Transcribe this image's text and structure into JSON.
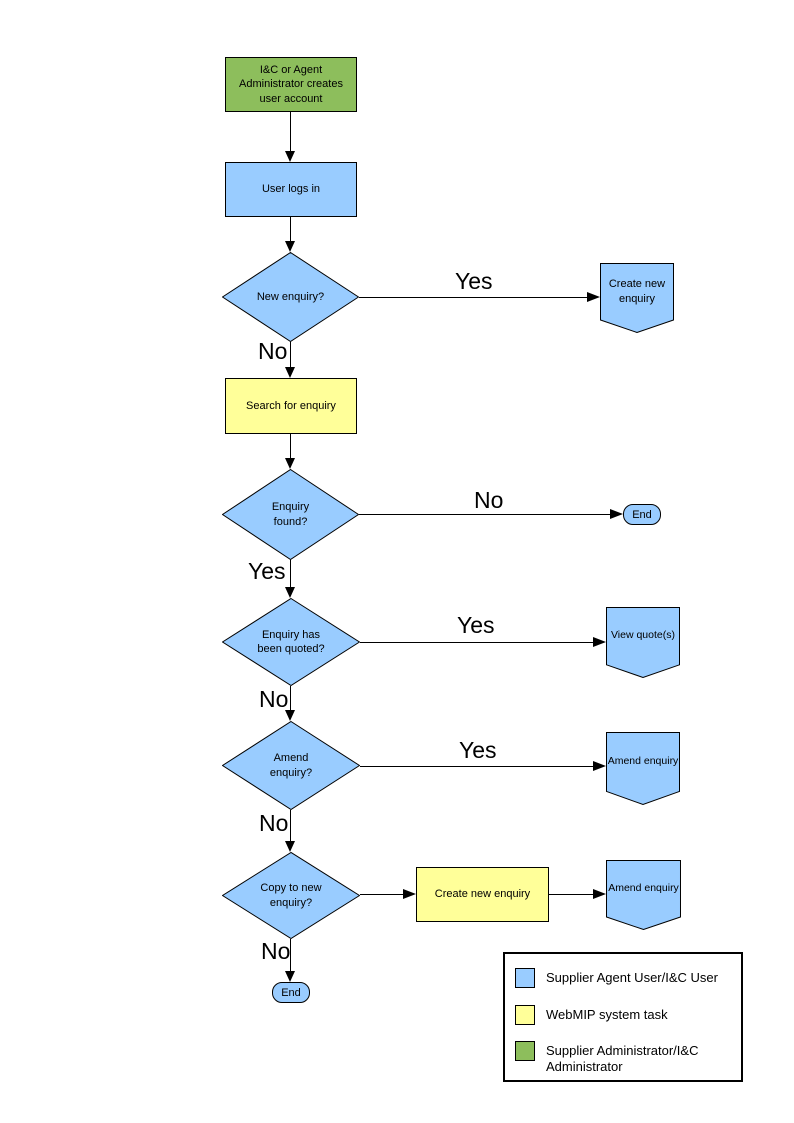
{
  "colors": {
    "blue": "#99CCFF",
    "yellow": "#FFFF99",
    "green": "#8DBE5C"
  },
  "nodes": {
    "create_account": "I&C or Agent Administrator creates user account",
    "user_login": "User logs in",
    "new_enquiry_q": "New enquiry?",
    "create_new_enquiry": "Create new enquiry",
    "search_enquiry": "Search for enquiry",
    "enquiry_found_q": "Enquiry found?",
    "end_right": "End",
    "enquiry_quoted_q": "Enquiry has been quoted?",
    "view_quotes": "View quote(s)",
    "amend_enquiry_q": "Amend enquiry?",
    "amend_enquiry": "Amend enquiry",
    "copy_enquiry_q": "Copy to new enquiry?",
    "create_new_enquiry2": "Create new enquiry",
    "amend_enquiry2": "Amend enquiry",
    "end_bottom": "End"
  },
  "labels": {
    "new_enquiry_yes": "Yes",
    "new_enquiry_no": "No",
    "enquiry_found_no": "No",
    "enquiry_found_yes": "Yes",
    "quoted_yes": "Yes",
    "quoted_no": "No",
    "amend_yes": "Yes",
    "amend_no": "No",
    "copy_no": "No"
  },
  "legend": {
    "items": [
      {
        "swatch": "blue",
        "label": "Supplier Agent User/I&C User"
      },
      {
        "swatch": "yellow",
        "label": "WebMIP system task"
      },
      {
        "swatch": "green",
        "label": "Supplier Administrator/I&C Administrator"
      }
    ]
  }
}
